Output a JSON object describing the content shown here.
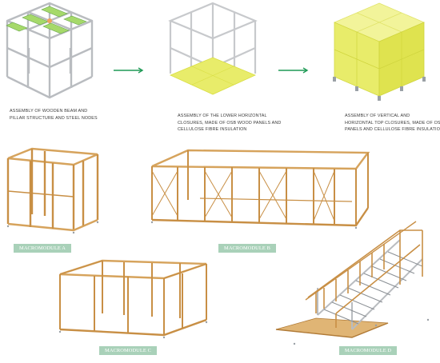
{
  "steps": [
    {
      "caption": [
        "ASSEMBLY OF WOODEN BEAM AND",
        "PILLAR STRUCTURE AND STEEL NODES"
      ]
    },
    {
      "caption": [
        "ASSEMBLY OF THE LOWER HORIZONTAL",
        "CLOSURES, MADE OF OSB WOOD PANELS AND",
        "CELLULOSE FIBRE INSULATION"
      ]
    },
    {
      "caption": [
        "ASSEMBLY OF VERTICAL AND",
        "HORIZONTAL TOP CLOSURES, MADE OF OSB",
        "PANELS AND CELLULOSE FIBRE INSULATION"
      ]
    }
  ],
  "modules": [
    {
      "label": "MACROMODULE A"
    },
    {
      "label": "MACROMODULE B"
    },
    {
      "label": "MACROMODULE C"
    },
    {
      "label": "MACROMODULE D"
    }
  ],
  "colors": {
    "arrow": "#1f9a56",
    "panel": "#e8ec6a",
    "panel_dark": "#d9de45",
    "highlight": "#a6d96a",
    "wood": "#d6a35c",
    "wood_dark": "#a86f2e",
    "label_bg": "#a9d1b9",
    "steel": "#b9bcc0"
  }
}
